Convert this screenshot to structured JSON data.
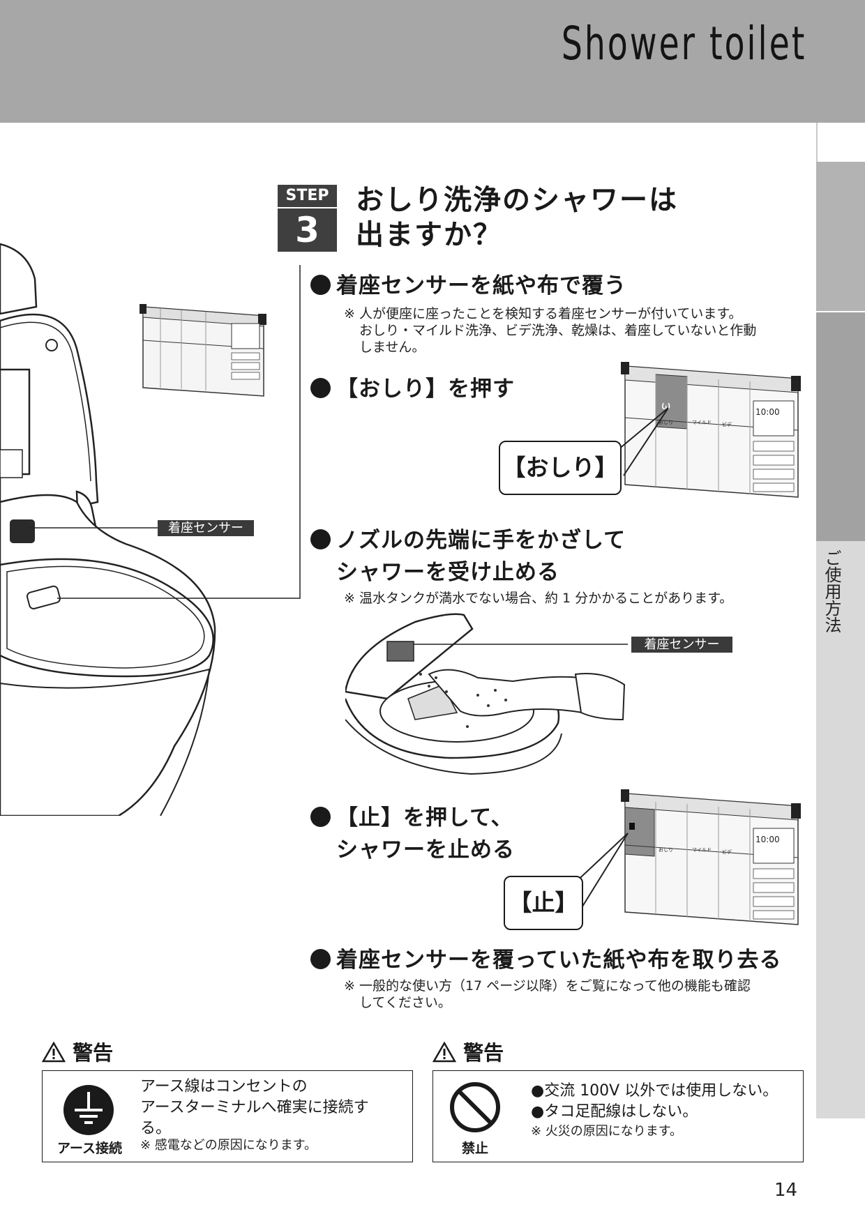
{
  "header": {
    "brand": "Shower toilet"
  },
  "side_tab": {
    "label": "ご使用方法"
  },
  "step": {
    "word": "STEP",
    "number": "3",
    "title_line1": "おしり洗浄のシャワーは",
    "title_line2": "出ますか？"
  },
  "bullets": [
    {
      "text": "着座センサーを紙や布で覆う",
      "note_lines": [
        "※ 人が便座に座ったことを検知する着座センサーが付いています。",
        "おしり・マイルド洗浄、ビデ洗浄、乾燥は、着座していないと作動",
        "しません。"
      ]
    },
    {
      "text": "【おしり】を押す",
      "callout": "【おしり】"
    },
    {
      "line1": "ノズルの先端に手をかざして",
      "line2": "シャワーを受け止める",
      "note": "※ 温水タンクが満水でない場合、約 1 分かかることがあります。"
    },
    {
      "line1": "【止】を押して、",
      "line2": "シャワーを止める",
      "callout": "【止】"
    },
    {
      "text": "着座センサーを覆っていた紙や布を取り去る",
      "note_lines": [
        "※ 一般的な使い方（17 ページ以降）をご覧になって他の機能も確認",
        "してください。"
      ]
    }
  ],
  "sensor_label": "着座センサー",
  "warnings": [
    {
      "heading": "警告",
      "icon": "ground-icon",
      "icon_caption": "アース接続",
      "lines": [
        "アース線はコンセントの",
        "アースターミナルへ確実に接続す",
        "る。"
      ],
      "note": "※ 感電などの原因になります。"
    },
    {
      "heading": "警告",
      "icon": "prohibition-icon",
      "icon_caption": "禁止",
      "lines": [
        "●交流 100V 以外では使用しない。",
        "●タコ足配線はしない。"
      ],
      "note": "※ 火災の原因になります。"
    }
  ],
  "remote_labels": {
    "oshiri": "おしり",
    "mild": "マイルド",
    "bidet": "ビデ",
    "clock": "10:00"
  },
  "page_number": "14"
}
